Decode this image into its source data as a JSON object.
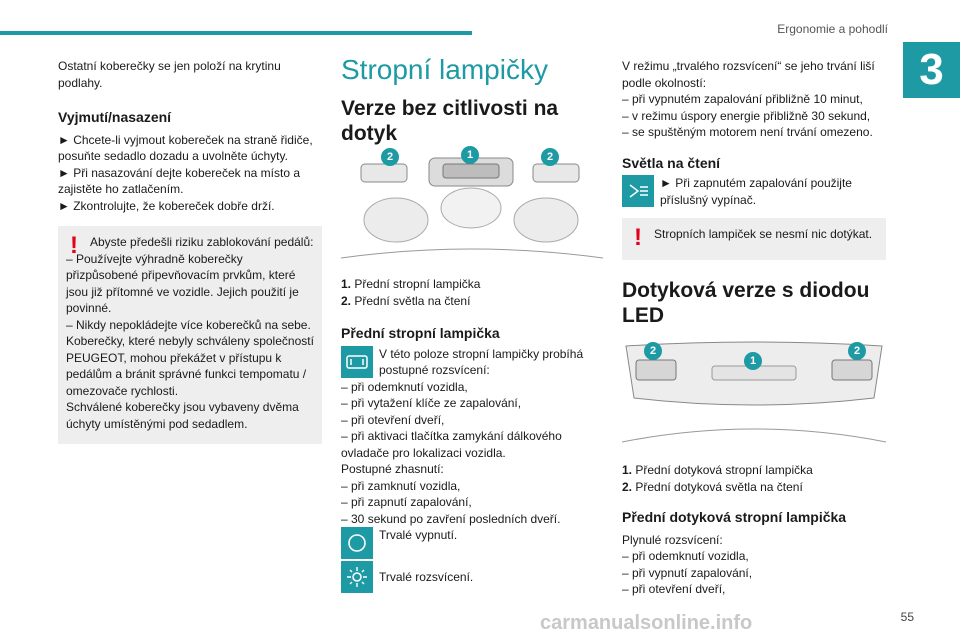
{
  "header": {
    "title": "Ergonomie a pohodlí",
    "chapter": "3",
    "page": "55"
  },
  "col1": {
    "intro": "Ostatní koberečky se jen položí na krytinu podlahy.",
    "heading": "Vyjmutí/nasazení",
    "steps": [
      "► Chcete-li vyjmout kobereček na straně řidiče, posuňte sedadlo dozadu a uvolněte úchyty.",
      "► Při nasazování dejte kobereček na místo a zajistěte ho zatlačením.",
      "► Zkontrolujte, že kobereček dobře drží."
    ],
    "warning_title": "Abyste předešli riziku zablokování pedálů:",
    "warning_lines": [
      "– Používejte výhradně koberečky přizpůsobené připevňovacím prvkům, které jsou již přítomné ve vozidle. Jejich použití je povinné.",
      "– Nikdy nepokládejte více koberečků na sebe.",
      "Koberečky, které nebyly schváleny společností PEUGEOT, mohou překážet v přístupu k pedálům a bránit správné funkci tempomatu / omezovače rychlosti.",
      "Schválené koberečky jsou vybaveny dvěma úchyty umístěnými pod sedadlem."
    ]
  },
  "col2": {
    "section_title": "Stropní lampičky",
    "sub_title": "Verze bez citlivosti na dotyk",
    "badges": [
      "2",
      "1",
      "2"
    ],
    "legend": [
      {
        "num": "1.",
        "text": "Přední stropní lampička"
      },
      {
        "num": "2.",
        "text": "Přední světla na čtení"
      }
    ],
    "h3": "Přední stropní lampička",
    "icon_text": "V této poloze stropní lampičky probíhá postupné rozsvícení:",
    "lines": [
      "– při odemknutí vozidla,",
      "– při vytažení klíče ze zapalování,",
      "– při otevření dveří,",
      "– při aktivaci tlačítka zamykání dálkového ovladače pro lokalizaci vozidla.",
      "Postupné zhasnutí:",
      "– při zamknutí vozidla,",
      "– při zapnutí zapalování,",
      "– 30 sekund po zavření posledních dveří."
    ],
    "off_label": "Trvalé vypnutí.",
    "on_label": "Trvalé rozsvícení."
  },
  "col3": {
    "intro_lines": [
      "V režimu „trvalého rozsvícení“ se jeho trvání liší podle okolností:",
      "– při vypnutém zapalování přibližně 10 minut,",
      "– v režimu úspory energie přibližně 30 sekund,",
      "– se spuštěným motorem není trvání omezeno."
    ],
    "reading_heading": "Světla na čtení",
    "reading_text": "► Při zapnutém zapalování použijte příslušný vypínač.",
    "warning_text": "Stropních lampiček se nesmí nic dotýkat.",
    "led_title": "Dotyková verze s diodou LED",
    "badges": [
      "2",
      "1",
      "2"
    ],
    "legend": [
      {
        "num": "1.",
        "text": "Přední dotyková stropní lampička"
      },
      {
        "num": "2.",
        "text": "Přední dotyková světla na čtení"
      }
    ],
    "h3": "Přední dotyková stropní lampička",
    "lines": [
      "Plynulé rozsvícení:",
      "– při odemknutí vozidla,",
      "– při vypnutí zapalování,",
      "– při otevření dveří,"
    ]
  },
  "watermark": "carmanualsonline.info",
  "colors": {
    "accent": "#1d9aa3",
    "warning": "#e2001a",
    "box": "#eeeeee"
  }
}
